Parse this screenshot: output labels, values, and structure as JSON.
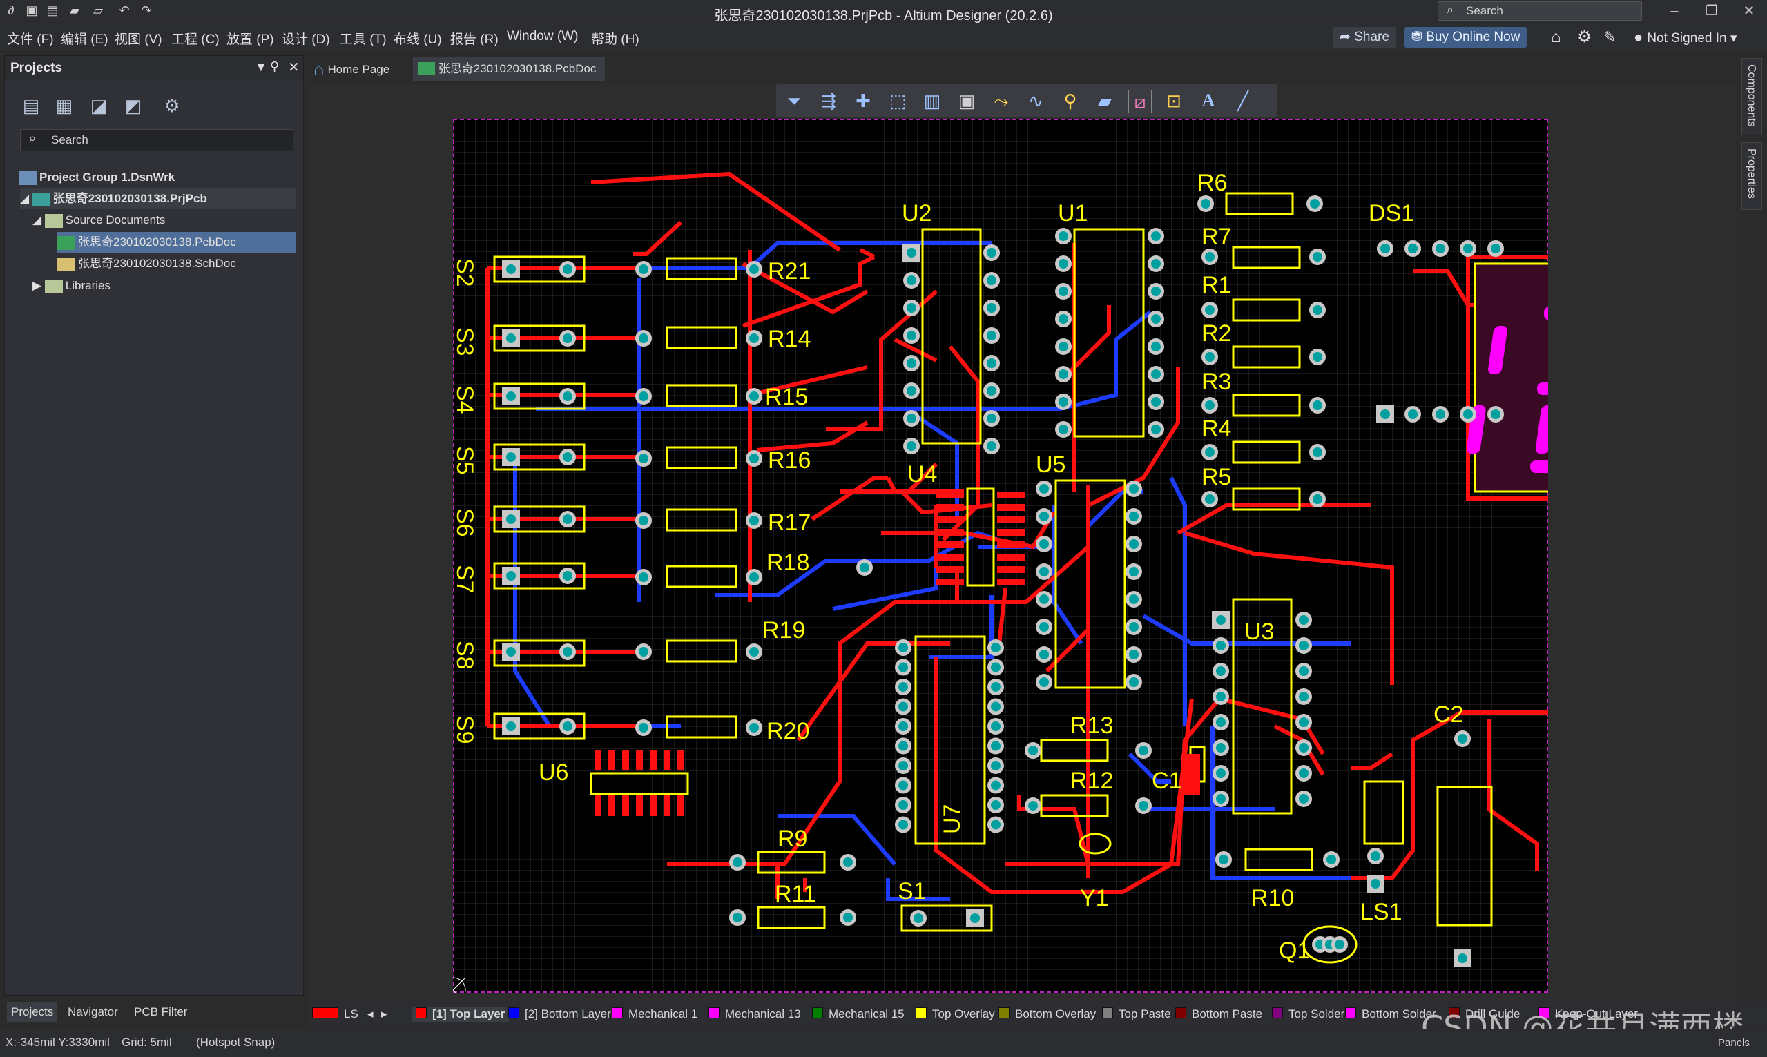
{
  "window": {
    "title": "张思奇230102030138.PrjPcb - Altium Designer (20.2.6)",
    "search_placeholder": "Search"
  },
  "menu": [
    "文件 (F)",
    "编辑 (E)",
    "视图 (V)",
    "工程 (C)",
    "放置 (P)",
    "设计 (D)",
    "工具 (T)",
    "布线 (U)",
    "报告 (R)",
    "Window (W)",
    "帮助 (H)"
  ],
  "header_actions": {
    "share": "Share",
    "buy": "Buy Online Now",
    "account": "Not Signed In"
  },
  "projects_panel": {
    "title": "Projects",
    "search_placeholder": "Search",
    "tree": [
      {
        "label": "Project Group 1.DsnWrk",
        "level": 0
      },
      {
        "label": "张思奇230102030138.PrjPcb",
        "level": 1
      },
      {
        "label": "Source Documents",
        "level": 2
      },
      {
        "label": "张思奇230102030138.PcbDoc",
        "level": 3
      },
      {
        "label": "张思奇230102030138.SchDoc",
        "level": 3
      },
      {
        "label": "Libraries",
        "level": 2
      }
    ],
    "bottom_tabs": [
      "Projects",
      "Navigator",
      "PCB Filter"
    ]
  },
  "document_tabs": [
    "Home Page",
    "张思奇230102030138.PcbDoc"
  ],
  "right_tabs": [
    "Components",
    "Properties"
  ],
  "pcb": {
    "designators": {
      "switches": [
        "S2",
        "S3",
        "S4",
        "S5",
        "S6",
        "S7",
        "S8",
        "S9"
      ],
      "resistors_left": [
        "R21",
        "R14",
        "R15",
        "R16",
        "R17",
        "R18",
        "R19",
        "R20"
      ],
      "resistors_right": [
        "R6",
        "R7",
        "R1",
        "R2",
        "R3",
        "R4",
        "R5"
      ],
      "ics": [
        "U2",
        "U1",
        "U4",
        "U5",
        "U3",
        "U6",
        "U7"
      ],
      "display": "DS1",
      "misc": [
        "R13",
        "R12",
        "C1",
        "C2",
        "R9",
        "R11",
        "S1",
        "Y1",
        "R10",
        "LS1",
        "Q1"
      ]
    },
    "colors": {
      "top_layer": "#ff0000",
      "bottom_layer": "#0000ff",
      "overlay": "#ffff00",
      "pad": "#00a0a0",
      "display_segment": "#ff00ff"
    }
  },
  "layers": {
    "current_indicator": "LS",
    "items": [
      {
        "label": "[1] Top Layer",
        "color": "#ff0000",
        "active": true
      },
      {
        "label": "[2] Bottom Layer",
        "color": "#0000ff"
      },
      {
        "label": "Mechanical 1",
        "color": "#ff00ff"
      },
      {
        "label": "Mechanical 13",
        "color": "#ff00ff"
      },
      {
        "label": "Mechanical 15",
        "color": "#008000"
      },
      {
        "label": "Top Overlay",
        "color": "#ffff00"
      },
      {
        "label": "Bottom Overlay",
        "color": "#808000"
      },
      {
        "label": "Top Paste",
        "color": "#808080"
      },
      {
        "label": "Bottom Paste",
        "color": "#800000"
      },
      {
        "label": "Top Solder",
        "color": "#800080"
      },
      {
        "label": "Bottom Solder",
        "color": "#ff00ff"
      },
      {
        "label": "Drill Guide",
        "color": "#800000"
      },
      {
        "label": "Keep-Out Layer",
        "color": "#ff00ff"
      }
    ]
  },
  "status": {
    "coords": "X:-345mil Y:3330mil",
    "grid": "Grid: 5mil",
    "snap": "(Hotspot Snap)",
    "panels": "Panels"
  },
  "watermark": "CSDN @花井月满西楼"
}
